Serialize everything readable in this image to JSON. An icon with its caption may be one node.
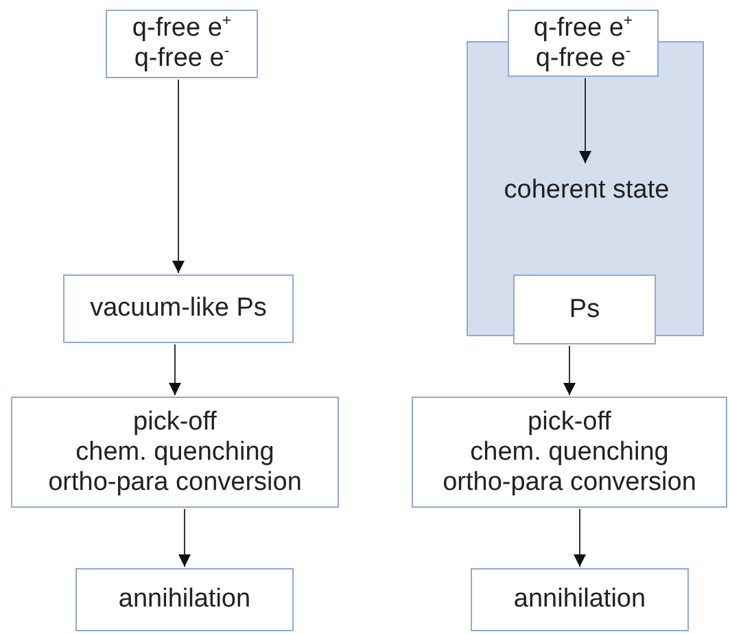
{
  "diagram": {
    "nodes": [
      {
        "text": [
          "q-free e$^{+}$",
          "q-free e$^{-}$"
        ]
      },
      {
        "text": [
          "vacuum-like Ps"
        ]
      },
      {
        "text": [
          "pick-off",
          "chem. quenching",
          "ortho-para conversion"
        ]
      },
      {
        "text": [
          "annihilation"
        ]
      },
      {
        "text": [],
        "shape": "box"
      },
      {
        "text": [
          "q-free e$^{+}$",
          "q-free e$^{-}$"
        ]
      },
      {
        "text": [
          "coherent state"
        ],
        "in": 4
      },
      {
        "text": [
          "Ps"
        ]
      },
      {
        "text": [
          "pick-off",
          "chem. quenching",
          "ortho-para conversion"
        ]
      },
      {
        "text": [
          "annihilation"
        ]
      }
    ],
    "edges": [
      {
        "from": 0,
        "to": 1,
        "arrow": "to"
      },
      {
        "from": 1,
        "to": 2,
        "arrow": "to"
      },
      {
        "from": 2,
        "to": 3,
        "arrow": "to"
      },
      {
        "from": 5,
        "to": 6,
        "arrow": "to"
      },
      {
        "from": 7,
        "to": 8,
        "arrow": "to"
      },
      {
        "from": 8,
        "to": 9,
        "arrow": "to"
      }
    ]
  }
}
